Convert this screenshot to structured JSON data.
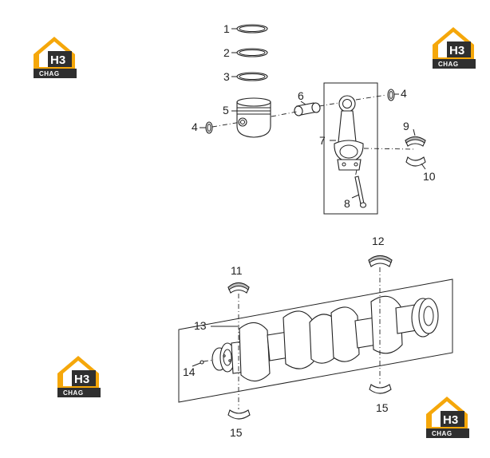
{
  "callouts": {
    "c1": "1",
    "c2": "2",
    "c3": "3",
    "c4a": "4",
    "c4b": "4",
    "c5": "5",
    "c6": "6",
    "c7": "7",
    "c8": "8",
    "c9": "9",
    "c10": "10",
    "c11": "11",
    "c12": "12",
    "c13": "13",
    "c14": "14",
    "c15a": "15",
    "c15b": "15"
  },
  "logo": {
    "big": "H3",
    "small": "CHAG"
  },
  "colors": {
    "logo_orange": "#f5a70a",
    "logo_dark": "#2f2f2f",
    "line": "#222222"
  }
}
